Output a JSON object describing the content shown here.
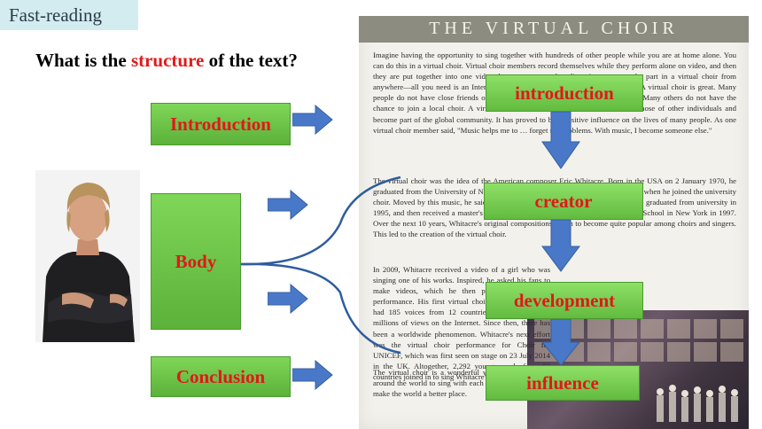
{
  "header": {
    "badge": "Fast-reading"
  },
  "question": {
    "prefix": "What is the ",
    "highlight": "structure",
    "suffix": " of the text?"
  },
  "left_boxes": {
    "introduction": "Introduction",
    "body": "Body",
    "conclusion": "Conclusion"
  },
  "right_boxes": {
    "introduction": "introduction",
    "creator": "creator",
    "development": "development",
    "influence": "influence"
  },
  "article": {
    "title": "THE VIRTUAL CHOIR",
    "p1": "Imagine having the opportunity to sing together with hundreds of other people while you are at home alone. You can do this in a virtual choir. Virtual choir members record themselves while they perform alone on video, and then they are put together into one video that you can watch online. Anyone can take part in a virtual choir from anywhere—all you need is an Internet connection. You do not even need a studio. A virtual choir is great. Many people do not have close friends or contacts who have the same interest in music. Many others do not have the chance to join a local choir. A virtual choir enables them to add their voices to those of other individuals and become part of the global community. It has proved to be a positive influence on the lives of many people. As one virtual choir member said, \"Music helps me to … forget my problems. With music, I become someone else.\"",
    "p2": "The virtual choir was the idea of the American composer Eric Whitacre. Born in the USA on 2 January 1970, he graduated from the University of Nevada in 1988. He fell in love with Mozart's music when he joined the university choir. Moved by this music, he said, \"It was like seeing colour for the first time.\" He graduated from university in 1995, and then received a master's degree in musical composition from the Juilliard School in New York in 1997. Over the next 10 years, Whitacre's original compositions began to become quite popular among choirs and singers. This led to the creation of the virtual choir.",
    "p3": "In 2009, Whitacre received a video of a girl who was singing one of his works. Inspired, he asked his fans to make videos, which he then put together into a performance. His first virtual choir, \"Lux Aurumque\", had 185 voices from 12 countries and has received millions of views on the Internet. Since then, there has been a worldwide phenomenon. Whitacre's next effort was the virtual choir performance for Choir for UNICEF, which was first seen on stage on 23 July 2014 in the UK. Altogether, 2,292 young people from 80 countries joined in to sing Whitacre's song \"What If\".",
    "p4": "The virtual choir is a wonderful way for people around the world to sing with each other, and thus make the world a better place."
  }
}
